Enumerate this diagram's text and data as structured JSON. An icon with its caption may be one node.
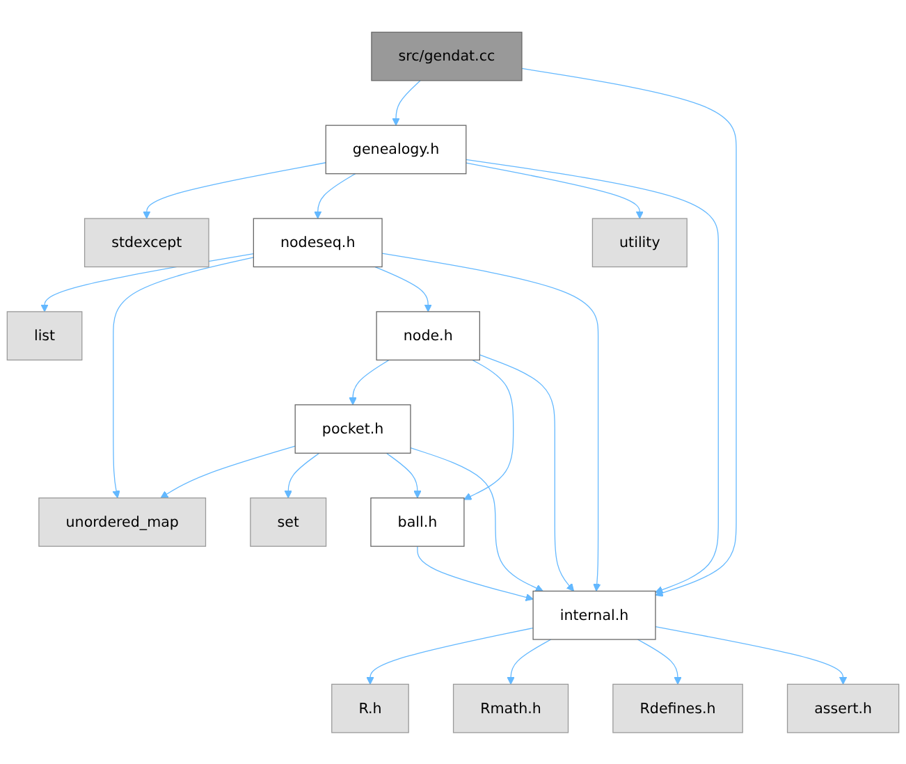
{
  "diagram": {
    "nodes": [
      {
        "text": [
          "src/gendat.cc"
        ]
      },
      {
        "text": [
          "genealogy.h"
        ]
      },
      {
        "text": [
          "stdexcept"
        ]
      },
      {
        "text": [
          "nodeseq.h"
        ]
      },
      {
        "text": [
          "utility"
        ]
      },
      {
        "text": [
          "list"
        ]
      },
      {
        "text": [
          "node.h"
        ]
      },
      {
        "text": [
          "pocket.h"
        ]
      },
      {
        "text": [
          "unordered_map"
        ]
      },
      {
        "text": [
          "set"
        ]
      },
      {
        "text": [
          "ball.h"
        ]
      },
      {
        "text": [
          "internal.h"
        ]
      },
      {
        "text": [
          "R.h"
        ]
      },
      {
        "text": [
          "Rmath.h"
        ]
      },
      {
        "text": [
          "Rdefines.h"
        ]
      },
      {
        "text": [
          "assert.h"
        ]
      }
    ],
    "edges": [
      {
        "from": 0,
        "to": 1,
        "arrow": "to"
      },
      {
        "from": 0,
        "to": 11,
        "arrow": "to"
      },
      {
        "from": 1,
        "to": 2,
        "arrow": "to"
      },
      {
        "from": 1,
        "to": 3,
        "arrow": "to"
      },
      {
        "from": 1,
        "to": 4,
        "arrow": "to"
      },
      {
        "from": 1,
        "to": 11,
        "arrow": "to"
      },
      {
        "from": 3,
        "to": 5,
        "arrow": "to"
      },
      {
        "from": 3,
        "to": 8,
        "arrow": "to"
      },
      {
        "from": 3,
        "to": 6,
        "arrow": "to"
      },
      {
        "from": 3,
        "to": 11,
        "arrow": "to"
      },
      {
        "from": 6,
        "to": 7,
        "arrow": "to"
      },
      {
        "from": 6,
        "to": 10,
        "arrow": "to"
      },
      {
        "from": 6,
        "to": 11,
        "arrow": "to"
      },
      {
        "from": 7,
        "to": 8,
        "arrow": "to"
      },
      {
        "from": 7,
        "to": 9,
        "arrow": "to"
      },
      {
        "from": 7,
        "to": 10,
        "arrow": "to"
      },
      {
        "from": 7,
        "to": 11,
        "arrow": "to"
      },
      {
        "from": 10,
        "to": 11,
        "arrow": "to"
      },
      {
        "from": 11,
        "to": 12,
        "arrow": "to"
      },
      {
        "from": 11,
        "to": 13,
        "arrow": "to"
      },
      {
        "from": 11,
        "to": 14,
        "arrow": "to"
      },
      {
        "from": 11,
        "to": 15,
        "arrow": "to"
      }
    ]
  }
}
